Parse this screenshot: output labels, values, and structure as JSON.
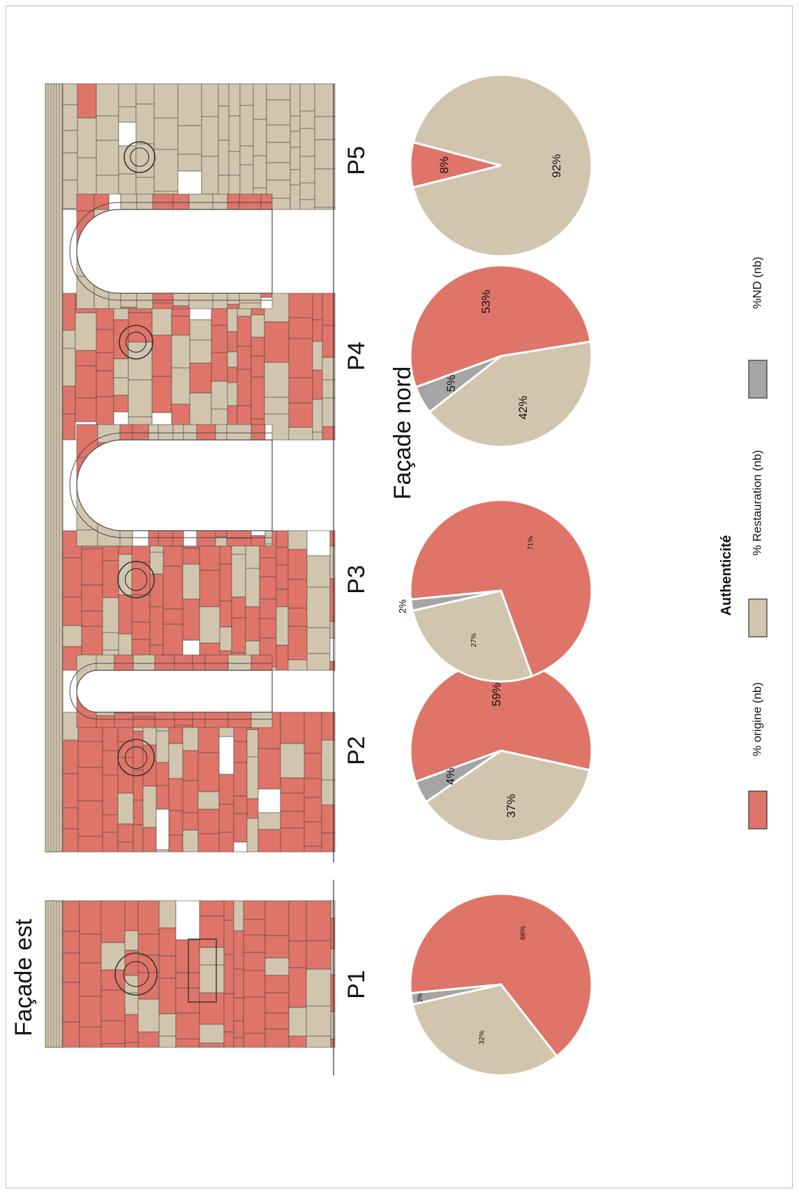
{
  "facades": {
    "est": "Façade est",
    "nord": "Façade nord"
  },
  "colors": {
    "origine": "#df7468",
    "restauration": "#d2c5ae",
    "nd": "#a5a5a5",
    "outline": "#4a4a4a"
  },
  "legend": {
    "title": "Authenticité",
    "items": [
      {
        "label": "% origine (nb)",
        "color": "#df7468"
      },
      {
        "label": "% Restauration (nb)",
        "color": "#d2c5ae"
      },
      {
        "label": "%ND (nb)",
        "color": "#a5a5a5"
      }
    ]
  },
  "chart_data": [
    {
      "type": "pie",
      "label": "P1",
      "categories": [
        "% origine (nb)",
        "% Restauration (nb)",
        "%ND (nb)"
      ],
      "values": [
        66,
        32,
        2
      ],
      "value_labels": [
        "66%",
        "32%",
        "2%"
      ]
    },
    {
      "type": "pie",
      "label": "P2",
      "categories": [
        "% origine (nb)",
        "% Restauration (nb)",
        "%ND (nb)"
      ],
      "values": [
        59,
        37,
        4
      ],
      "value_labels": [
        "59%",
        "37%",
        "4%"
      ]
    },
    {
      "type": "pie",
      "label": "P3",
      "categories": [
        "% origine (nb)",
        "% Restauration (nb)",
        "%ND (nb)"
      ],
      "values": [
        71,
        27,
        2
      ],
      "value_labels": [
        "71%",
        "27%",
        "2%"
      ]
    },
    {
      "type": "pie",
      "label": "P4",
      "categories": [
        "% origine (nb)",
        "% Restauration (nb)",
        "%ND (nb)"
      ],
      "values": [
        53,
        42,
        5
      ],
      "value_labels": [
        "53%",
        "42%",
        "5%"
      ]
    },
    {
      "type": "pie",
      "label": "P5",
      "categories": [
        "% origine (nb)",
        "% Restauration (nb)"
      ],
      "values": [
        8,
        92
      ],
      "value_labels": [
        "8%",
        "92%"
      ]
    }
  ]
}
